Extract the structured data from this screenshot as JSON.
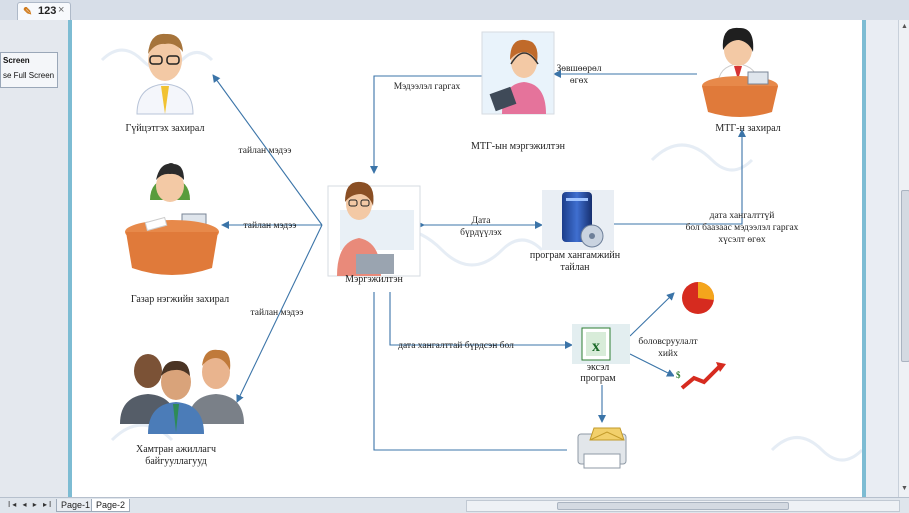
{
  "window": {
    "tab_label": "123",
    "tab_close": "×",
    "full_screen_title": "Screen",
    "full_screen_button": "se Full Screen"
  },
  "bottom": {
    "nav_buttons": "I◂ ◂ ▸ ▸I",
    "pages": [
      "Page-1",
      "Page-2"
    ],
    "active_page": "Page-2"
  },
  "diagram": {
    "nodes": {
      "gen_director": "Гүйцэтгэх захирал",
      "land_director": "Газар нэгжийн захирал",
      "partners_1": "Хамтран ажиллагч",
      "partners_2": "байгууллагууд",
      "specialist": "Мэргэжилтэн",
      "mtg_specialist": "МТГ-ын мэргэжилтэн",
      "mtg_director": "МТГ-н захирал",
      "software_report_1": "програм хангамжийн",
      "software_report_2": "тайлан",
      "excel_1": "эксэл",
      "excel_2": "програм"
    },
    "edges": {
      "report_info_1": "тайлан мэдээ",
      "report_info_2": "тайлан мэдээ",
      "report_info_3": "тайлан мэдээ",
      "data_entry_1": "Дата",
      "data_entry_2": "бүрдүүлэх",
      "info_out": "Мэдээлэл гаргах",
      "permission_1": "Зөвшөөрөл",
      "permission_2": "өгөх",
      "request_1": "дата хангалттүй",
      "request_2": "бол баазаас мэдээлэл гаргах",
      "request_3": "хүсэлт өгөх",
      "data_enough": "дата хангалттай бүрдсэн бол",
      "processing_1": "боловсруулалт",
      "processing_2": "хийх"
    }
  },
  "colors": {
    "connector": "#3b74a8",
    "page_border": "#7dbcd3",
    "desk": "#e7894a"
  },
  "icons": [
    "person-glasses-icon",
    "person-desk-icon",
    "group-people-icon",
    "woman-laptop-icon",
    "woman-headset-icon",
    "woman-director-icon",
    "server-disk-icon",
    "excel-icon",
    "pie-chart-icon",
    "growth-chart-icon",
    "printer-mail-icon"
  ]
}
